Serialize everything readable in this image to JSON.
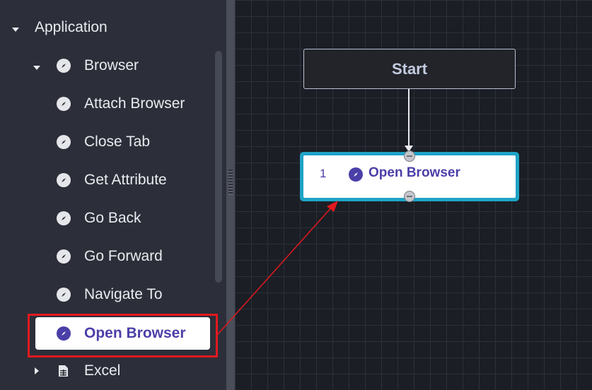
{
  "sidebar": {
    "items": [
      {
        "label": "Application",
        "icon": "caret-down-icon"
      },
      {
        "label": "Browser",
        "icon": "compass-icon"
      },
      {
        "label": "Attach Browser",
        "icon": "compass-icon"
      },
      {
        "label": "Close Tab",
        "icon": "compass-icon"
      },
      {
        "label": "Get Attribute",
        "icon": "compass-icon"
      },
      {
        "label": "Go Back",
        "icon": "compass-icon"
      },
      {
        "label": "Go Forward",
        "icon": "compass-icon"
      },
      {
        "label": "Navigate To",
        "icon": "compass-icon"
      },
      {
        "label": "Open Browser",
        "icon": "compass-icon",
        "selected": true
      },
      {
        "label": "Excel",
        "icon": "spreadsheet-icon"
      }
    ]
  },
  "canvas": {
    "start_node": {
      "label": "Start"
    },
    "step_node": {
      "number": "1",
      "label": "Open Browser",
      "icon": "compass-icon"
    }
  },
  "colors": {
    "accent": "#4b3fa8",
    "step_border": "#1fa3c6",
    "highlight": "#e2191f",
    "sidebar_bg": "#2c2f39",
    "canvas_bg": "#1b1e25"
  }
}
